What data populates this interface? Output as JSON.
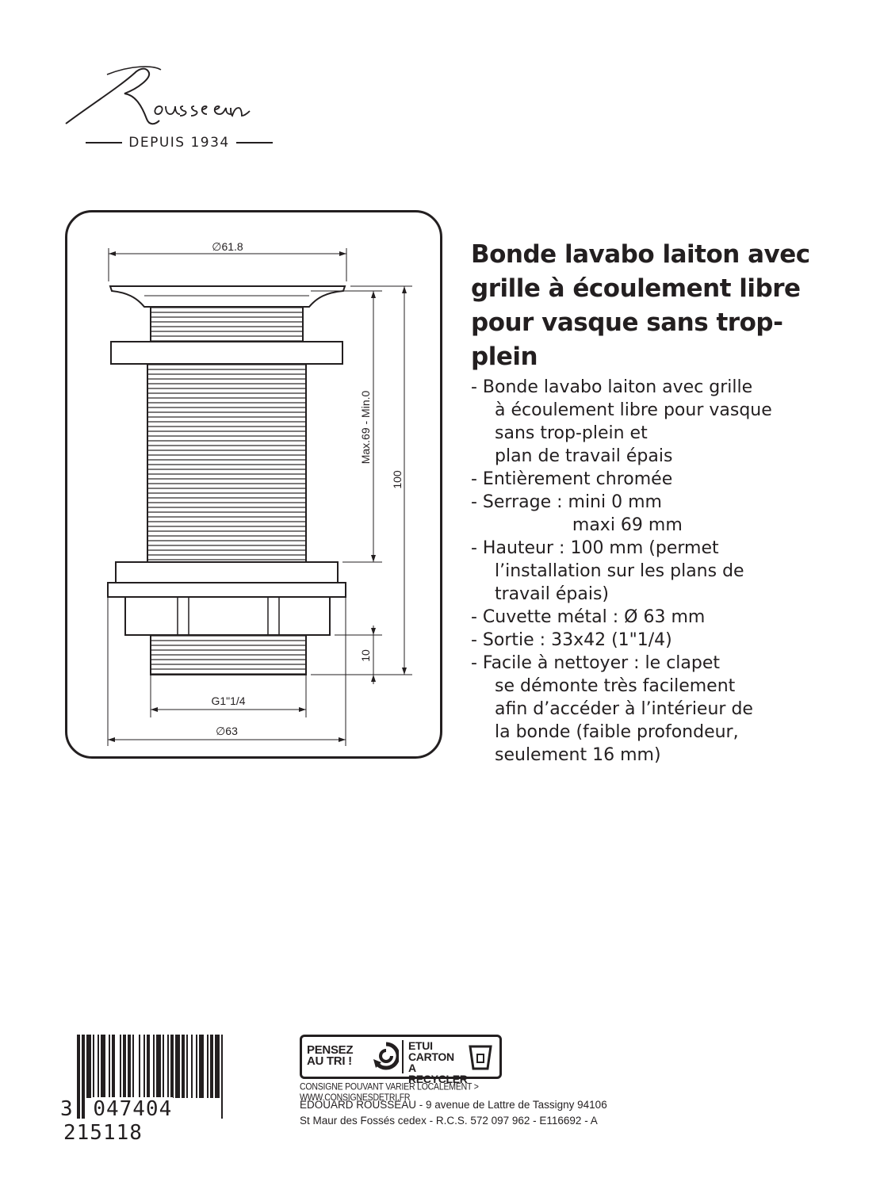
{
  "brand": {
    "logo_name": "Rousseau",
    "tagline": "DEPUIS 1934"
  },
  "drawing": {
    "dim_top_diameter": "∅61.8",
    "dim_clamping": "Max.69 - Min.0",
    "dim_height": "100",
    "dim_thread_length": "10",
    "dim_thread": "G1\"1/4",
    "dim_bottom_diameter": "∅63"
  },
  "title": "Bonde lavabo laiton avec grille à écoulement libre pour vasque sans trop-plein",
  "features": [
    "- Bonde lavabo laiton avec grille\n  à écoulement libre pour vasque\n  sans trop-plein et\n  plan de travail épais",
    "- Entièrement chromée",
    "- Serrage : mini 0 mm\n                maxi 69 mm",
    "- Hauteur : 100 mm (permet\n  l’installation sur les plans de\n  travail épais)",
    "- Cuvette métal : Ø 63 mm",
    "- Sortie : 33x42 (1\"1/4)",
    "- Facile à nettoyer : le clapet\n  se démonte très facilement\n  afin d’accéder à l’intérieur de\n  la bonde (faible profondeur,\n  seulement 16 mm)"
  ],
  "barcode": {
    "first_digit": "3",
    "group1": "047404",
    "group2": "215118"
  },
  "recycling": {
    "label_left": "PENSEZ AU TRI !",
    "label_right": "ETUI CARTON A RECYCLER",
    "notice": "CONSIGNE POUVANT VARIER LOCALEMENT > WWW.CONSIGNESDETRI.FR"
  },
  "address": {
    "line1": "EDOUARD ROUSSEAU - 9 avenue de Lattre de Tassigny 94106",
    "line2": "St Maur des Fossés cedex - R.C.S. 572 097 962 - E116692 - A"
  }
}
